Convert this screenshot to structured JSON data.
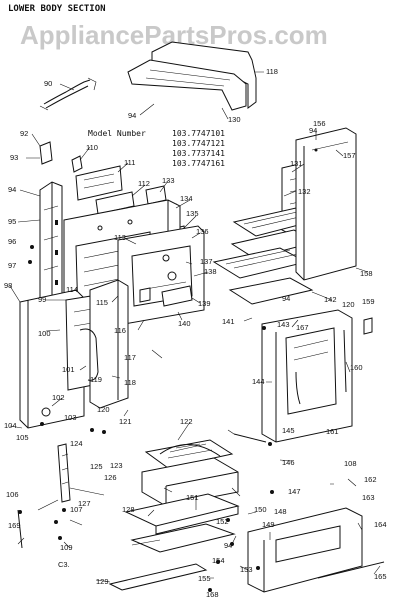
{
  "header": {
    "section_title": "LOWER BODY SECTION",
    "watermark": "AppliancePartsPros.com"
  },
  "model_info": {
    "label": "Model Number",
    "numbers": [
      "103.7747101",
      "103.7747121",
      "103.7737141",
      "103.7747161"
    ]
  },
  "footer_code": "C3.",
  "callouts": [
    "118",
    "94",
    "130",
    "90",
    "156",
    "94",
    "157",
    "92",
    "110",
    "111",
    "112",
    "133",
    "131",
    "93",
    "94",
    "134",
    "132",
    "95",
    "135",
    "136",
    "96",
    "113",
    "137",
    "138",
    "97",
    "115",
    "158",
    "142",
    "98",
    "99",
    "114",
    "139",
    "116",
    "140",
    "141",
    "143",
    "159",
    "100",
    "120",
    "94",
    "167",
    "101",
    "119",
    "117",
    "160",
    "144",
    "118",
    "102",
    "103",
    "120",
    "121",
    "104",
    "105",
    "122",
    "145",
    "161",
    "124",
    "146",
    "108",
    "162",
    "125",
    "123",
    "126",
    "147",
    "106",
    "127",
    "163",
    "107",
    "151",
    "150",
    "128",
    "148",
    "164",
    "152",
    "149",
    "169",
    "109",
    "94",
    "154",
    "153",
    "165",
    "129",
    "155",
    "168"
  ]
}
